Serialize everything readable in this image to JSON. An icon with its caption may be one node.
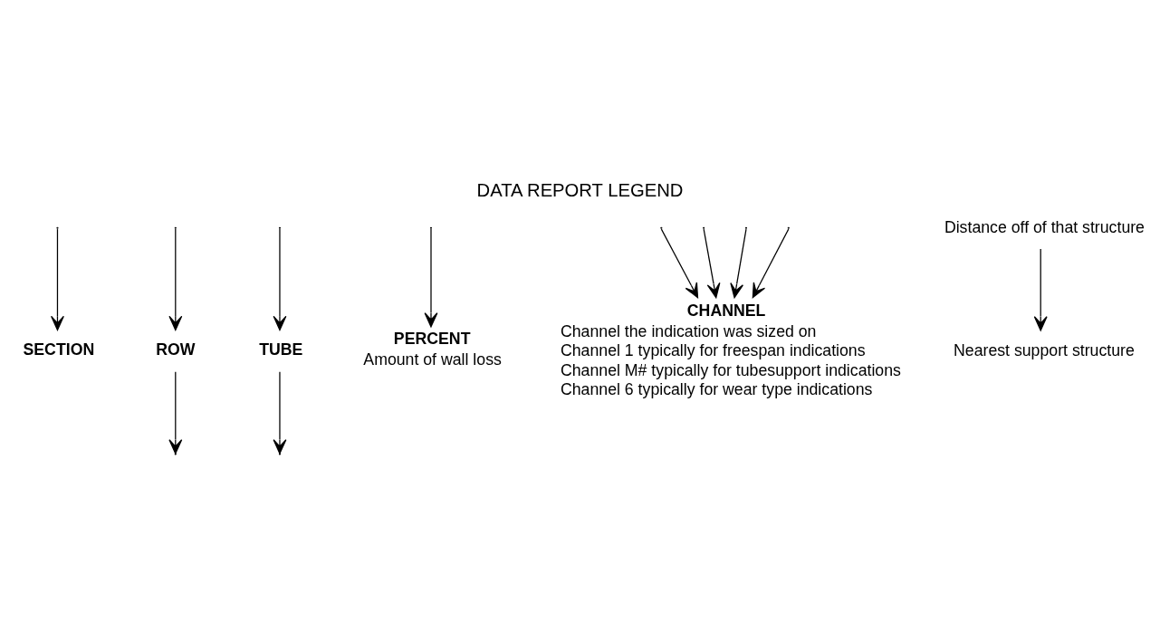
{
  "diagram": {
    "title": "DATA REPORT LEGEND",
    "nodes": [
      {
        "text": [
          "SECTION"
        ]
      },
      {
        "text": [
          "ROW"
        ]
      },
      {
        "text": [
          "TUBE"
        ]
      },
      {
        "text": [
          "PERCENT",
          "Amount of wall loss"
        ]
      },
      {
        "text": [
          "CHANNEL",
          "Channel the indication was sized on",
          "Channel 1 typically for freespan indications",
          "Channel M# typically for tubesupport indications",
          "Channel 6 typically for wear type indications"
        ]
      },
      {
        "text": [
          "Nearest support structure"
        ]
      },
      {
        "text": [
          "Distance off of that structure"
        ]
      }
    ],
    "edges": [
      {
        "from": null,
        "to": 0,
        "arrow": "to"
      },
      {
        "from": null,
        "to": 1,
        "arrow": "to"
      },
      {
        "from": null,
        "to": 2,
        "arrow": "to"
      },
      {
        "from": 2,
        "to": null,
        "arrow": "to"
      },
      {
        "from": 1,
        "to": null,
        "arrow": "to"
      },
      {
        "from": null,
        "to": 4,
        "arrow": "to"
      },
      {
        "from": null,
        "to": 4,
        "arrow": "to"
      },
      {
        "from": null,
        "to": 4,
        "arrow": "to"
      },
      {
        "from": null,
        "to": 4,
        "arrow": "to"
      },
      {
        "from": null,
        "to": 3,
        "arrow": "to"
      },
      {
        "from": 6,
        "to": 5,
        "arrow": "to"
      }
    ]
  }
}
